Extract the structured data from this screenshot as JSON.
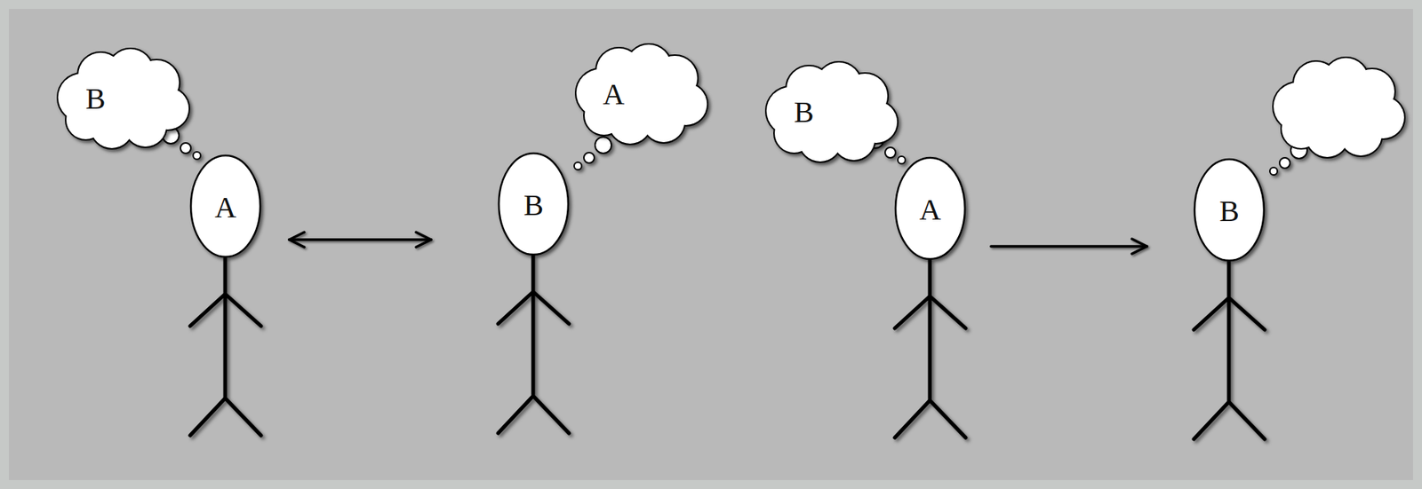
{
  "diagram": {
    "nodes": [
      {
        "text": [
          "B"
        ]
      },
      {
        "text": [
          "A"
        ]
      },
      {
        "text": [
          "A"
        ]
      },
      {
        "text": [
          "B"
        ]
      },
      {
        "text": [
          "B"
        ]
      },
      {
        "text": [
          "A"
        ]
      },
      {
        "text": [
          "B"
        ]
      }
    ],
    "edges": [
      {
        "from": 1,
        "to": 3,
        "arrow": "both"
      },
      {
        "from": 5,
        "to": 6,
        "arrow": "to"
      }
    ]
  }
}
